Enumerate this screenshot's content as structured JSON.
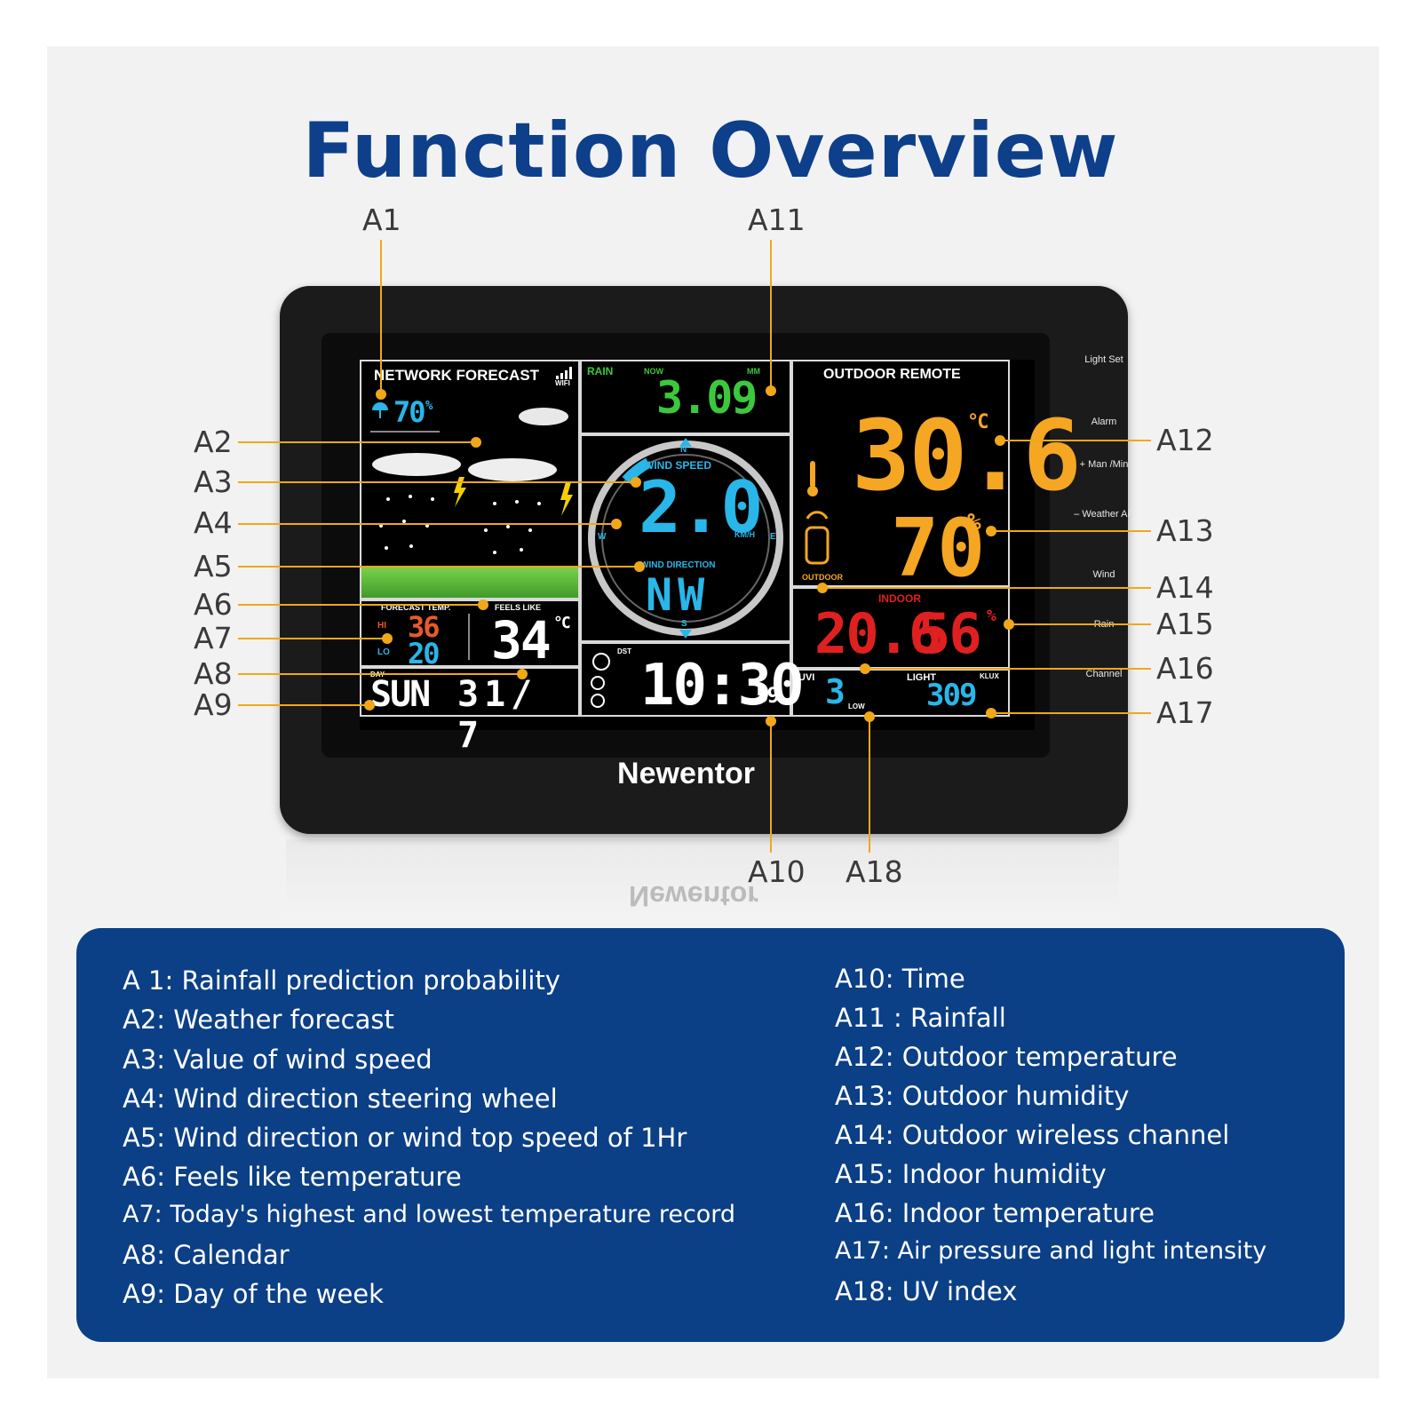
{
  "title": "Function Overview",
  "brand": "Newentor",
  "callouts": [
    "A1",
    "A2",
    "A3",
    "A4",
    "A5",
    "A6",
    "A7",
    "A8",
    "A9",
    "A10",
    "A11",
    "A12",
    "A13",
    "A14",
    "A15",
    "A16",
    "A17",
    "A18"
  ],
  "side_buttons": [
    "Light Set",
    "Alarm",
    "+ Man /Min",
    "– Weather AP",
    "Wind",
    "Rain",
    "Channel"
  ],
  "screen": {
    "forecast_header": "NETWORK FORECAST",
    "wifi_label": "WIFI",
    "rain_prob": "70",
    "percent": "%",
    "rain_header": "RAIN",
    "now": "NOW",
    "mm": "MM",
    "rain_value": "3.09",
    "wind_speed_label": "WIND SPEED",
    "wind_value": "2.0",
    "kmh": "KM/H",
    "wind_dir_label": "WIND DIRECTION",
    "wind_dir": "NW",
    "compass_n": "N",
    "compass_s": "S",
    "compass_e": "E",
    "compass_w": "W",
    "outdoor_header": "OUTDOOR REMOTE",
    "out_temp": "30.6",
    "celsius": "°C",
    "out_humidity": "70",
    "outdoor_label": "OUTDOOR",
    "indoor_label": "INDOOR",
    "in_temp": "20.6",
    "in_humidity": "56",
    "forecast_temp_label": "FORECAST TEMP.",
    "feels_like_label": "FEELS LIKE",
    "hi": "HI",
    "lo": "LO",
    "hi_temp": "36",
    "lo_temp": "20",
    "feels_temp": "34",
    "day_label": "DAY",
    "day_value": "SUN",
    "date_value": "31/ 7",
    "dst": "DST",
    "time_value": "10:30",
    "seconds": "59",
    "uvi_label": "UVI",
    "uvi_value": "3",
    "uv_low": "LOW",
    "light_label": "LIGHT",
    "klux": "KLUX",
    "light_value": "309"
  },
  "legend_left": [
    "A 1: Rainfall prediction probability",
    "A2: Weather forecast",
    "A3: Value of wind speed",
    "A4: Wind direction steering wheel",
    "A5: Wind direction or wind top speed of 1Hr",
    "A6: Feels like temperature",
    "A7: Today's highest and lowest temperature record",
    "A8: Calendar",
    "A9: Day of the week"
  ],
  "legend_right": [
    "A10: Time",
    "A11 : Rainfall",
    "A12: Outdoor temperature",
    "A13: Outdoor humidity",
    "A14: Outdoor wireless channel",
    "A15: Indoor humidity",
    "A16: Indoor temperature",
    "A17: Air pressure and light intensity",
    "A18: UV index"
  ],
  "colors": {
    "title_blue": "#0d3f8a",
    "legend_bg": "#0b3f86",
    "callout_orange": "#f0a818",
    "lcd_green": "#3cc83c",
    "lcd_cyan": "#29b6e8",
    "lcd_orange": "#f5a623",
    "lcd_red": "#e02020"
  }
}
